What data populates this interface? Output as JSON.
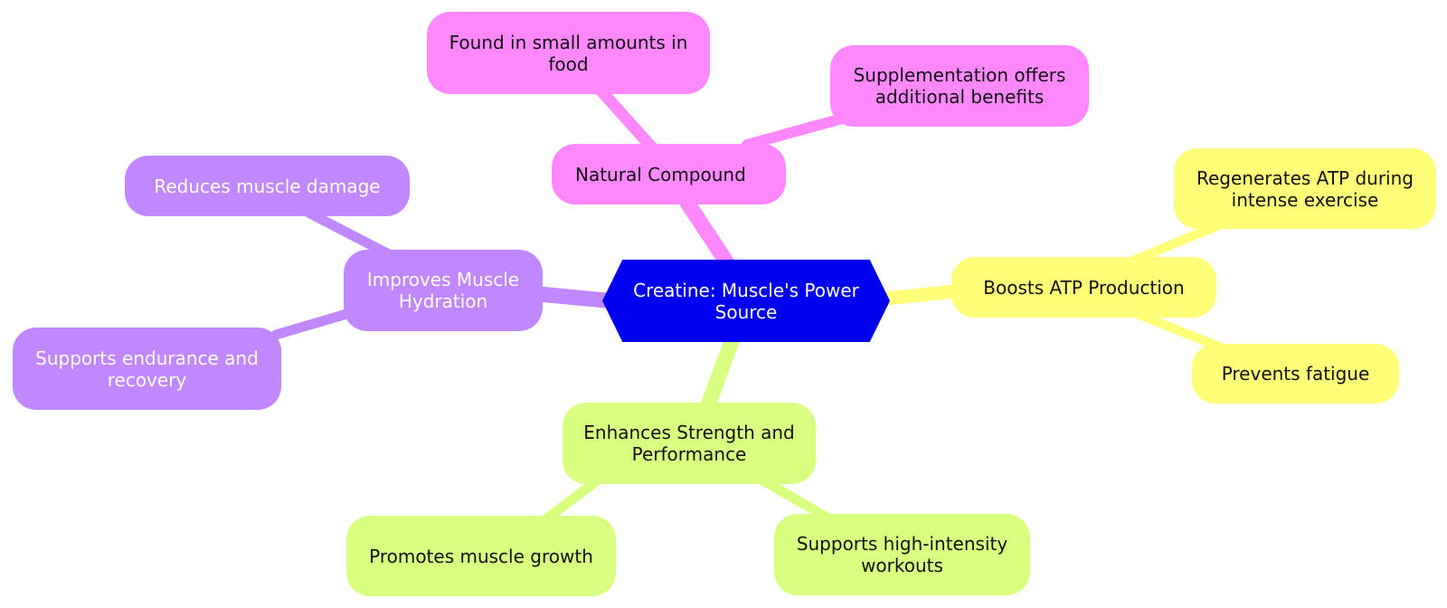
{
  "colors": {
    "root": "#0000ee",
    "natural": "#ff88ff",
    "atp": "#ffff77",
    "strength": "#d9ff80",
    "hydration": "#c088ff",
    "dark_text": "#111111",
    "light_text": "#ffffff"
  },
  "root": {
    "label": "Creatine: Muscle's Power Source"
  },
  "branches": {
    "natural": {
      "label": "Natural Compound",
      "children": [
        "Found in small amounts in food",
        "Supplementation offers additional benefits"
      ]
    },
    "atp": {
      "label": "Boosts ATP Production",
      "children": [
        "Regenerates ATP during intense exercise",
        "Prevents fatigue"
      ]
    },
    "strength": {
      "label": "Enhances Strength and Performance",
      "children": [
        "Promotes muscle growth",
        "Supports high-intensity workouts"
      ]
    },
    "hydration": {
      "label": "Improves Muscle Hydration",
      "children": [
        "Reduces muscle damage",
        "Supports endurance and recovery"
      ]
    }
  }
}
